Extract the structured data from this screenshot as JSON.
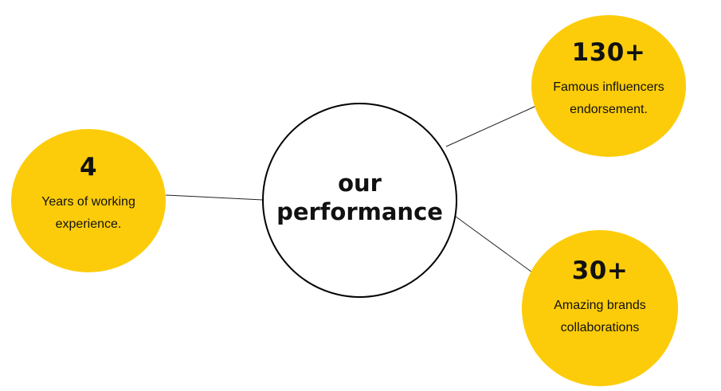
{
  "center": {
    "line1": "our",
    "line2": "performance"
  },
  "stats": {
    "years": {
      "value": "4",
      "line1": "Years of working",
      "line2": "experience."
    },
    "influencers": {
      "value": "130+",
      "line1": "Famous influencers",
      "line2": "endorsement."
    },
    "brands": {
      "value": "30+",
      "line1": "Amazing brands",
      "line2": "collaborations"
    }
  },
  "colors": {
    "accent": "#fccc0a",
    "text": "#111111",
    "outline": "#000000"
  }
}
